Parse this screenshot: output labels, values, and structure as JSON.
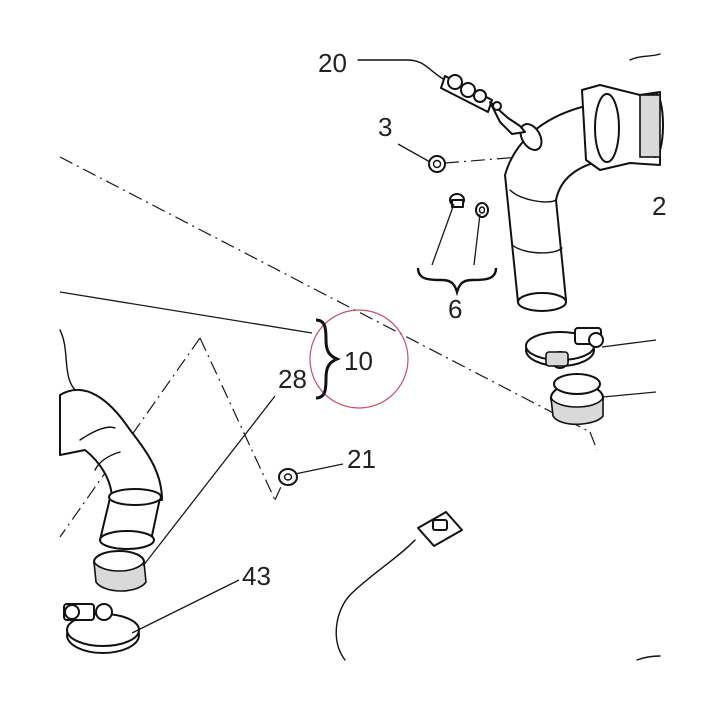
{
  "labels": {
    "p20": "20",
    "p3": "3",
    "p6": "6",
    "p10": "10",
    "p28": "28",
    "p21": "21",
    "p43": "43",
    "p2": "2"
  },
  "colors": {
    "ink": "#111111",
    "highlight_circle": "#c0506a",
    "background": "#ffffff"
  }
}
